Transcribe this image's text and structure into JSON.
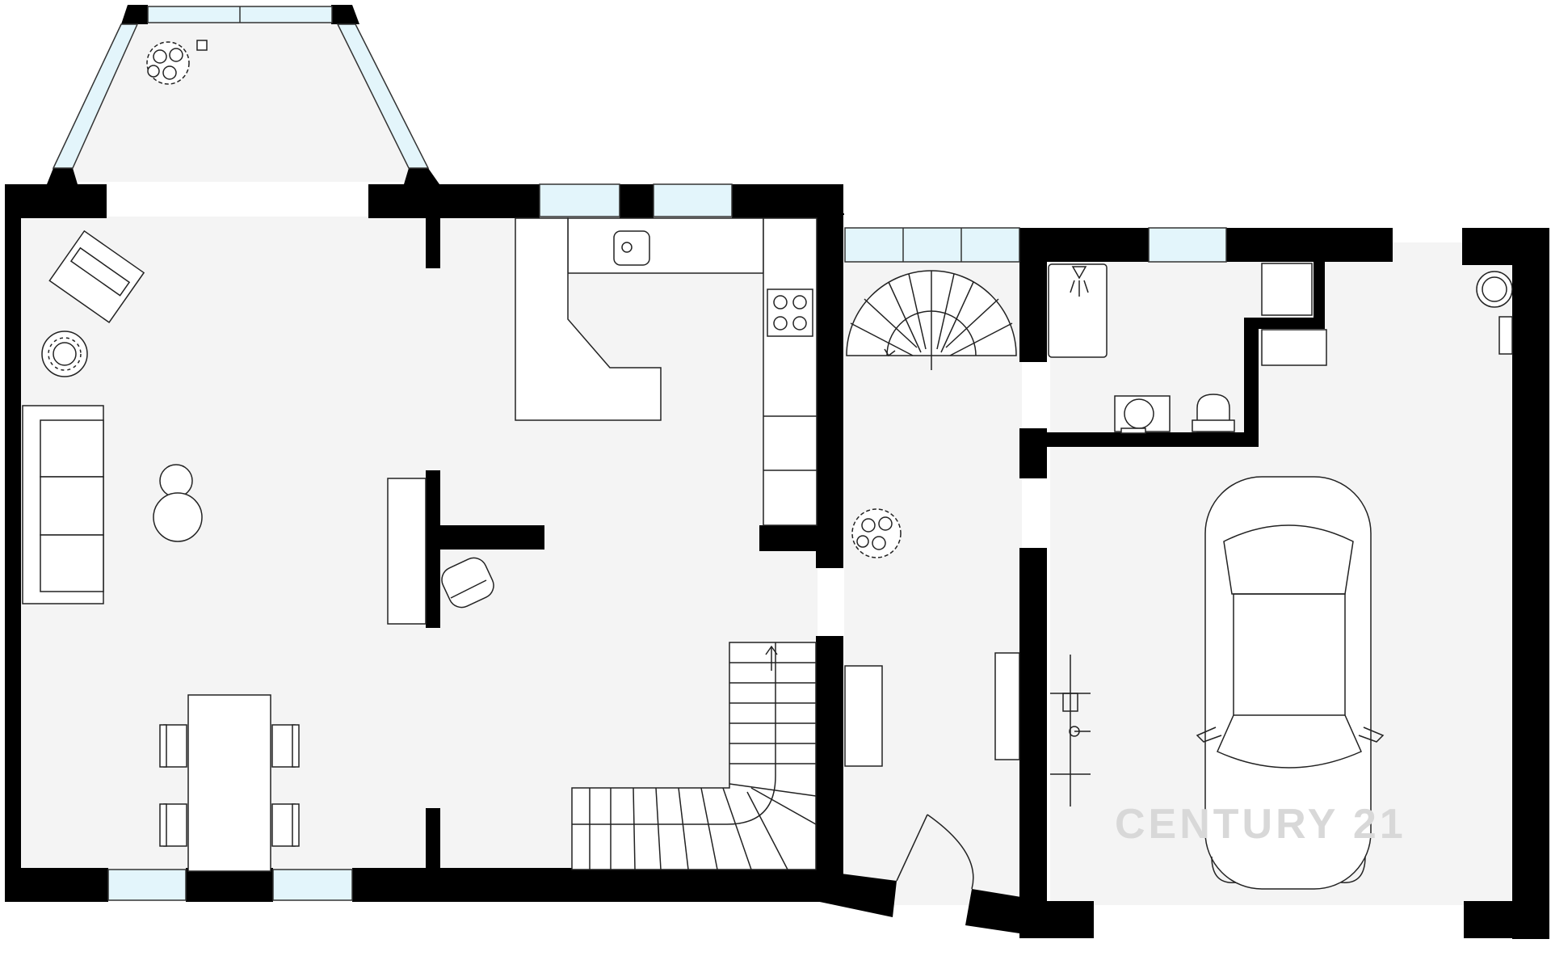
{
  "plan": {
    "colors": {
      "floor": "#f4f4f4",
      "wall": "#000000",
      "window_glass": "#e3f5fb",
      "furniture_fill": "#ffffff",
      "furniture_stroke": "#222222"
    },
    "watermark": {
      "text": "CENTURY 21",
      "color": "#d8d8d8"
    },
    "rooms": [
      {
        "id": "living-dining-kitchen"
      },
      {
        "id": "bay-window"
      },
      {
        "id": "hall"
      },
      {
        "id": "shower-wc"
      },
      {
        "id": "garage"
      }
    ],
    "furniture": [
      "armchair",
      "round-side-table",
      "sofa",
      "coffee-tables",
      "dining-table",
      "dining-chairs",
      "kitchen-sink",
      "cooktop",
      "kitchen-counter",
      "kitchen-island",
      "desk",
      "office-chair",
      "staircase-main",
      "spiral-staircase",
      "plants",
      "hall-bench",
      "hall-cabinet",
      "shower",
      "washbasin",
      "toilet",
      "car",
      "bicycle",
      "water-heater",
      "entrance-door"
    ]
  }
}
